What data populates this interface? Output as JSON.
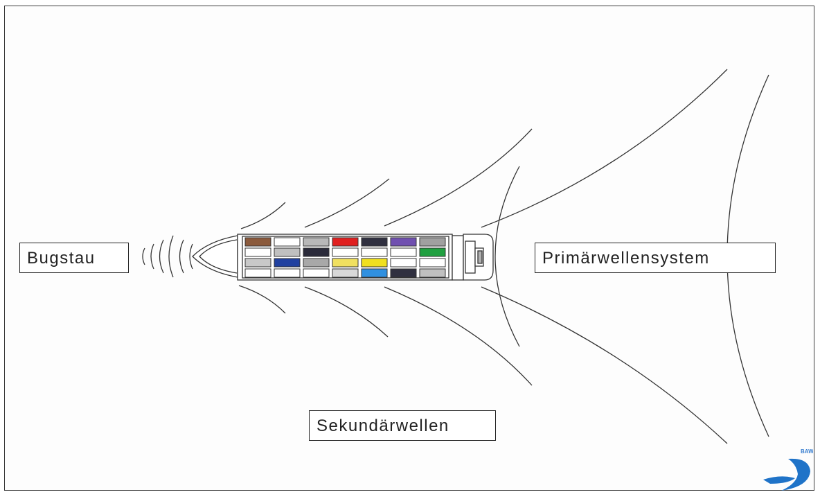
{
  "labels": {
    "bugstau": "Bugstau",
    "primaerwellensystem": "Primärwellensystem",
    "sekundaerwellen": "Sekundärwellen"
  },
  "logo": {
    "text": "BAW"
  },
  "containers": {
    "colors": [
      [
        "#8b5a3c",
        "#ffffff",
        "#b8b8b8",
        "#e02020",
        "#303040",
        "#7050b0",
        "#a0a0a0"
      ],
      [
        "#ffffff",
        "#c0c0c0",
        "#2a2a3a",
        "#ffffff",
        "#ffffff",
        "#ffffff",
        "#20a040"
      ],
      [
        "#c8c8c8",
        "#2040a0",
        "#a8a8a8",
        "#f0e060",
        "#f0e020",
        "#ffffff",
        "#ffffff"
      ],
      [
        "#ffffff",
        "#ffffff",
        "#ffffff",
        "#d8d8d8",
        "#3090e0",
        "#303040",
        "#c0c0c0"
      ]
    ]
  }
}
